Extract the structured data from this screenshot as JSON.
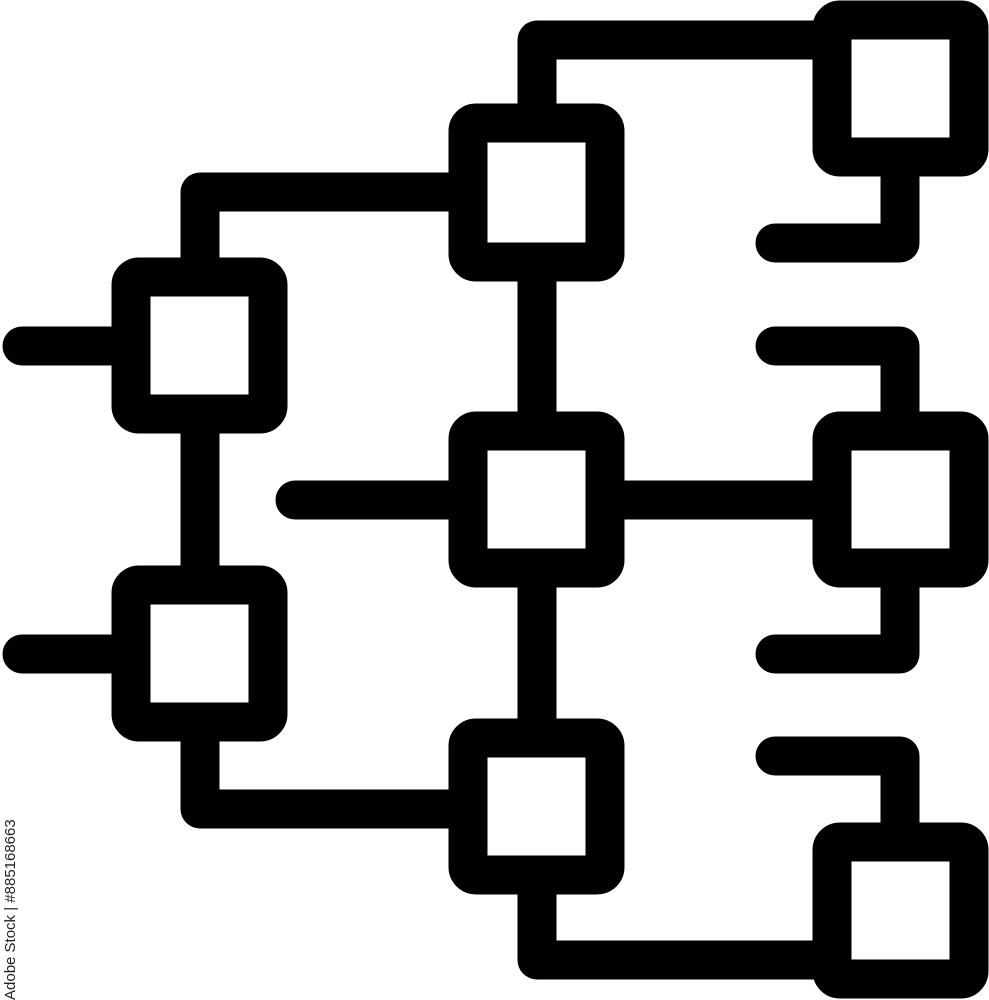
{
  "icon": {
    "name": "hierarchy-network-icon",
    "stroke_color": "#000000",
    "fill_color": "#ffffff",
    "nodes": [
      {
        "id": "node-left-top"
      },
      {
        "id": "node-left-bottom"
      },
      {
        "id": "node-center-top"
      },
      {
        "id": "node-center-middle"
      },
      {
        "id": "node-center-bottom"
      },
      {
        "id": "node-right-top"
      },
      {
        "id": "node-right-middle"
      },
      {
        "id": "node-right-bottom"
      }
    ]
  },
  "watermark": {
    "stock_id": "Adobe Stock | #885168663",
    "brand": "Adobe Stock"
  }
}
